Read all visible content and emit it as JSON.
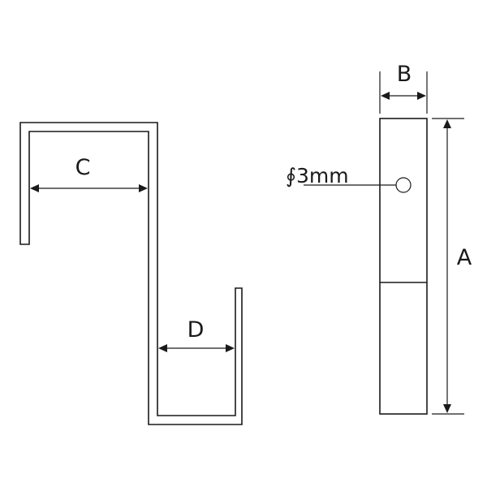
{
  "labels": {
    "dim_a": "A",
    "dim_b": "B",
    "dim_c": "C",
    "dim_d": "D",
    "hole_diameter": "∮3mm"
  },
  "colors": {
    "line": "#1a1a1a",
    "background": "#ffffff"
  }
}
